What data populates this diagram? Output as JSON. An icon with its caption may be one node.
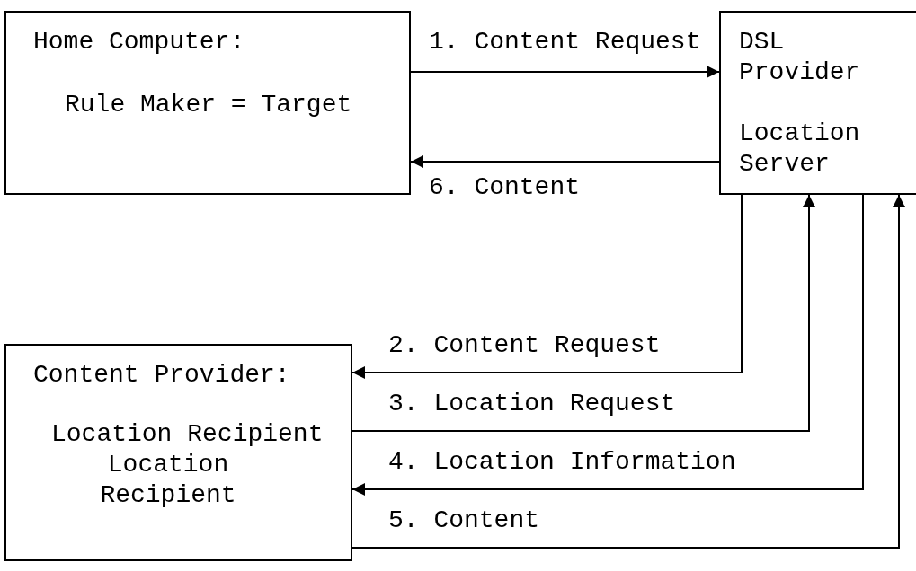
{
  "diagram": {
    "nodes": [
      {
        "text": [
          "Home Computer:",
          "Rule Maker = Target"
        ]
      },
      {
        "text": [
          "DSL Provider",
          "Location Server"
        ]
      },
      {
        "text": [
          "Content Provider:",
          "Location Recipient",
          "Location Recipient"
        ]
      }
    ],
    "edges": [
      {
        "from": 0,
        "to": 1,
        "arrow": "to",
        "label": "1. Content Request"
      },
      {
        "from": 1,
        "to": 0,
        "arrow": "to",
        "label": "6. Content"
      },
      {
        "from": 1,
        "to": 2,
        "arrow": "to",
        "label": "2. Content Request"
      },
      {
        "from": 2,
        "to": 1,
        "arrow": "to",
        "label": "3. Location Request"
      },
      {
        "from": 1,
        "to": 2,
        "arrow": "to",
        "label": "4. Location Information"
      },
      {
        "from": 2,
        "to": 1,
        "arrow": "to",
        "label": "5. Content"
      }
    ]
  }
}
